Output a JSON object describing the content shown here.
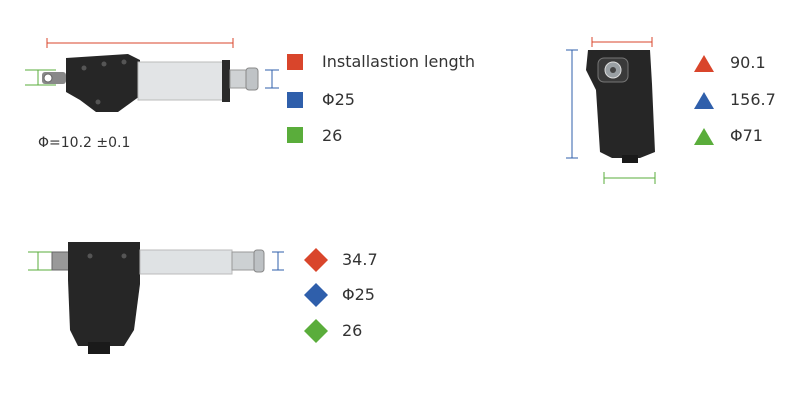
{
  "diagram1": {
    "tolerance_note": "Φ=10.2 ±0.1",
    "legend": [
      {
        "label": "Installastion length",
        "color": "#d9452b",
        "shape": "square"
      },
      {
        "label": "Φ25",
        "color": "#2f5fab",
        "shape": "square"
      },
      {
        "label": "26",
        "color": "#5aad3b",
        "shape": "square"
      }
    ]
  },
  "diagram2": {
    "legend": [
      {
        "label": "90.1",
        "color": "#d9452b",
        "shape": "triangle"
      },
      {
        "label": "156.7",
        "color": "#2f5fab",
        "shape": "triangle"
      },
      {
        "label": "Φ71",
        "color": "#5aad3b",
        "shape": "triangle"
      }
    ]
  },
  "diagram3": {
    "legend": [
      {
        "label": "34.7",
        "color": "#d9452b",
        "shape": "diamond"
      },
      {
        "label": "Φ25",
        "color": "#2f5fab",
        "shape": "diamond"
      },
      {
        "label": "26",
        "color": "#5aad3b",
        "shape": "diamond"
      }
    ]
  },
  "colors": {
    "red": "#d9452b",
    "blue": "#2f5fab",
    "green": "#5aad3b",
    "body": "#222222",
    "rod": "#d8dadc"
  }
}
